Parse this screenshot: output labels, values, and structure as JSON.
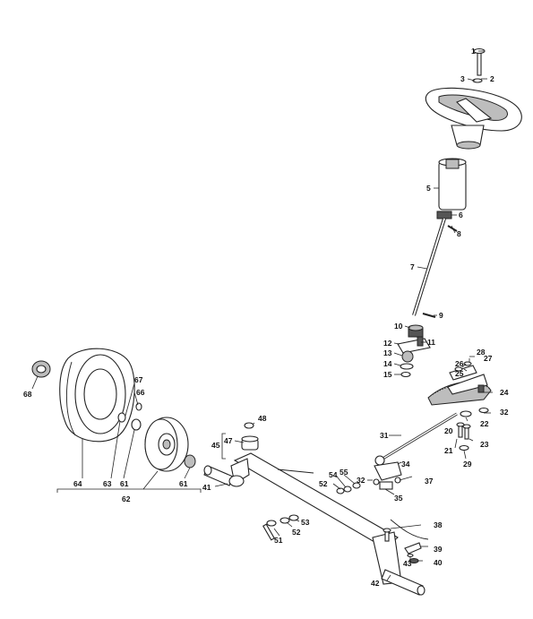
{
  "callouts": {
    "c1": "1",
    "c2": "2",
    "c3": "3",
    "c5": "5",
    "c6": "6",
    "c7": "7",
    "c8": "8",
    "c9": "9",
    "c10": "10",
    "c11": "11",
    "c12": "12",
    "c13": "13",
    "c14": "14",
    "c15": "15",
    "c20": "20",
    "c21": "21",
    "c22": "22",
    "c23": "23",
    "c24": "24",
    "c25": "25",
    "c26": "26",
    "c27": "27",
    "c28": "28",
    "c29": "29",
    "c31": "31",
    "c32a": "32",
    "c32b": "32",
    "c34": "34",
    "c35": "35",
    "c37": "37",
    "c38": "38",
    "c39": "39",
    "c40": "40",
    "c41": "41",
    "c42": "42",
    "c43": "43",
    "c45": "45",
    "c47": "47",
    "c48": "48",
    "c51": "51",
    "c52a": "52",
    "c52b": "52",
    "c53": "53",
    "c54": "54",
    "c55": "55",
    "c61a": "61",
    "c61b": "61",
    "c62": "62",
    "c63": "63",
    "c64": "64",
    "c66": "66",
    "c67": "67",
    "c68": "68"
  },
  "colors": {
    "line": "#222222",
    "shade": "#bdbdbd",
    "background": "#ffffff"
  }
}
